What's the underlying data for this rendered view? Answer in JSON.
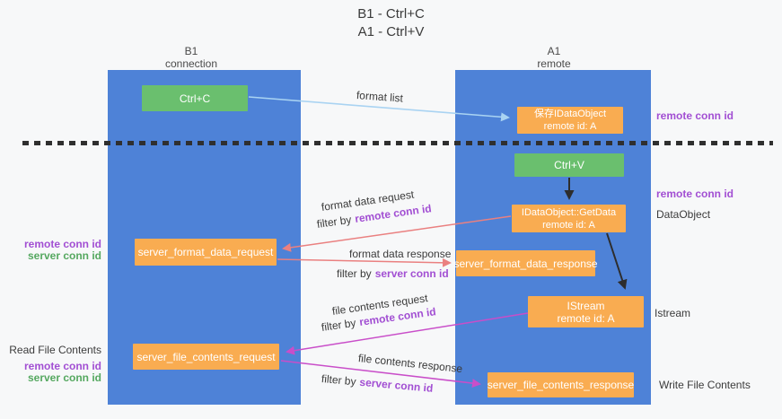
{
  "title": {
    "line1": "B1 - Ctrl+C",
    "line2": "A1 - Ctrl+V"
  },
  "columns": {
    "left": {
      "title": "B1",
      "subtitle": "connection"
    },
    "right": {
      "title": "A1",
      "subtitle": "remote"
    }
  },
  "boxes": {
    "ctrl_c": {
      "label": "Ctrl+C"
    },
    "save_idataobject": {
      "line1": "保存IDataObject",
      "line2": "remote id: A"
    },
    "ctrl_v": {
      "label": "Ctrl+V"
    },
    "getdata": {
      "line1": "IDataObject::GetData",
      "line2": "remote id: A"
    },
    "format_request": {
      "label": "server_format_data_request"
    },
    "format_response": {
      "label": "server_format_data_response"
    },
    "istream": {
      "line1": "IStream",
      "line2": "remote id: A"
    },
    "file_request": {
      "label": "server_file_contents_request"
    },
    "file_response": {
      "label": "server_file_contents_response"
    }
  },
  "left_annotations": {
    "remote_conn_id": "remote conn id",
    "server_conn_id": "server conn id",
    "read_file_contents": "Read File Contents",
    "remote_conn_id_2": "remote conn id",
    "server_conn_id_2": "server conn id"
  },
  "right_annotations": {
    "remote_conn_id_top": "remote conn id",
    "remote_conn_id_mid": "remote conn id",
    "dataobject": "DataObject",
    "istream": "Istream",
    "write_file_contents": "Write File Contents"
  },
  "arrow_labels": {
    "format_list": "format list",
    "format_data_request": "format data request",
    "format_data_response": "format data response",
    "file_contents_request": "file contents request",
    "file_contents_response": "file contents response",
    "filter_by": "filter by",
    "remote_conn_id": "remote conn id",
    "server_conn_id": "server conn id"
  },
  "colors": {
    "column_blue": "#4e82d7",
    "box_orange": "#f9ac51",
    "box_green": "#6abf6e",
    "arrow_red": "#ea8080",
    "arrow_magenta": "#c94ec9",
    "arrow_light_blue": "#a9d3f2",
    "arrow_black": "#2d2d2d",
    "text_purple": "#a24fd3",
    "text_green": "#55a860"
  }
}
